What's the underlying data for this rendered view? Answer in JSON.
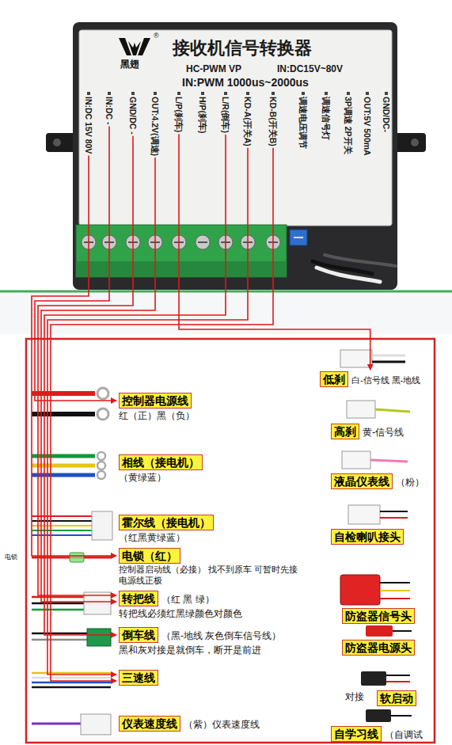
{
  "diagram": {
    "nodes": [
      {
        "text": [
          "接收机信号转换器",
          "HC-PWM VP",
          "IN:DC15V~80V",
          "IN:PWM 1000us~2000us"
        ]
      },
      {
        "text": [
          "IN:DC 15V 80V"
        ],
        "in": 0
      },
      {
        "text": [
          "IN:DC -"
        ],
        "in": 0
      },
      {
        "text": [
          "GND/DC -"
        ],
        "in": 0
      },
      {
        "text": [
          "OUT:4.2V(调速)"
        ],
        "in": 0
      },
      {
        "text": [
          "L/P(刹车)"
        ],
        "in": 0
      },
      {
        "text": [
          "H/P(刹车)"
        ],
        "in": 0
      },
      {
        "text": [
          "L/R(倒车)"
        ],
        "in": 0
      },
      {
        "text": [
          "KD-A(开关A)"
        ],
        "in": 0
      },
      {
        "text": [
          "KD-B(开关B)"
        ],
        "in": 0
      },
      {
        "text": [
          "调速电压调节"
        ],
        "in": 0
      },
      {
        "text": [
          "调速信号灯"
        ],
        "in": 0
      },
      {
        "text": [
          "3P调速 2P开关"
        ],
        "in": 0
      },
      {
        "text": [
          "OUT:5V 500mA"
        ],
        "in": 0
      },
      {
        "text": [
          "GND/DC-"
        ],
        "in": 0
      },
      {
        "text": [
          "控制器电源线",
          "红（正）黑（负）"
        ]
      },
      {
        "text": [
          "相线（接电机）",
          "（黄绿蓝）"
        ]
      },
      {
        "text": [
          "霍尔线（接电机）",
          "（红黑黄绿蓝）"
        ]
      },
      {
        "text": [
          "电锁（红）",
          "控制器启动线（必接） 找不到原车 可暂时先接电源线正极"
        ]
      },
      {
        "text": [
          "转把线",
          "（红 黑 绿）",
          "转把线必须红黑绿颜色对颜色"
        ]
      },
      {
        "text": [
          "倒车线",
          "（黑-地线 灰色倒车信号线）",
          "黑和灰对接是就倒车，断开是前进"
        ]
      },
      {
        "text": [
          "三速线"
        ]
      },
      {
        "text": [
          "仪表速度线",
          "（紫）仪表速度线"
        ]
      },
      {
        "text": [
          "低刹",
          "白-信号线 黑-地线"
        ]
      },
      {
        "text": [
          "高刹",
          "黄-信号线"
        ]
      },
      {
        "text": [
          "液晶仪表线",
          "（粉）"
        ]
      },
      {
        "text": [
          "自检喇叭接头"
        ]
      },
      {
        "text": [
          "防盗器信号头"
        ]
      },
      {
        "text": [
          "防盗器电源头"
        ]
      },
      {
        "text": [
          "软启动"
        ]
      },
      {
        "text": [
          "自学习线",
          "（自调试"
        ]
      }
    ],
    "edges": [
      {
        "from": 1,
        "to": 18,
        "arrow": "to"
      },
      {
        "from": 2,
        "to": 15,
        "arrow": "to"
      },
      {
        "from": 3,
        "to": 19,
        "arrow": "to"
      },
      {
        "from": 4,
        "to": 19,
        "arrow": "to"
      },
      {
        "from": 5,
        "to": 23,
        "arrow": "to"
      },
      {
        "from": 7,
        "to": 20,
        "arrow": "to"
      },
      {
        "from": 8,
        "to": 21,
        "arrow": "to"
      },
      {
        "from": 9,
        "to": 21,
        "arrow": "to"
      }
    ],
    "labels": [
      "®",
      "黑翅",
      "电锁",
      "对接"
    ]
  }
}
